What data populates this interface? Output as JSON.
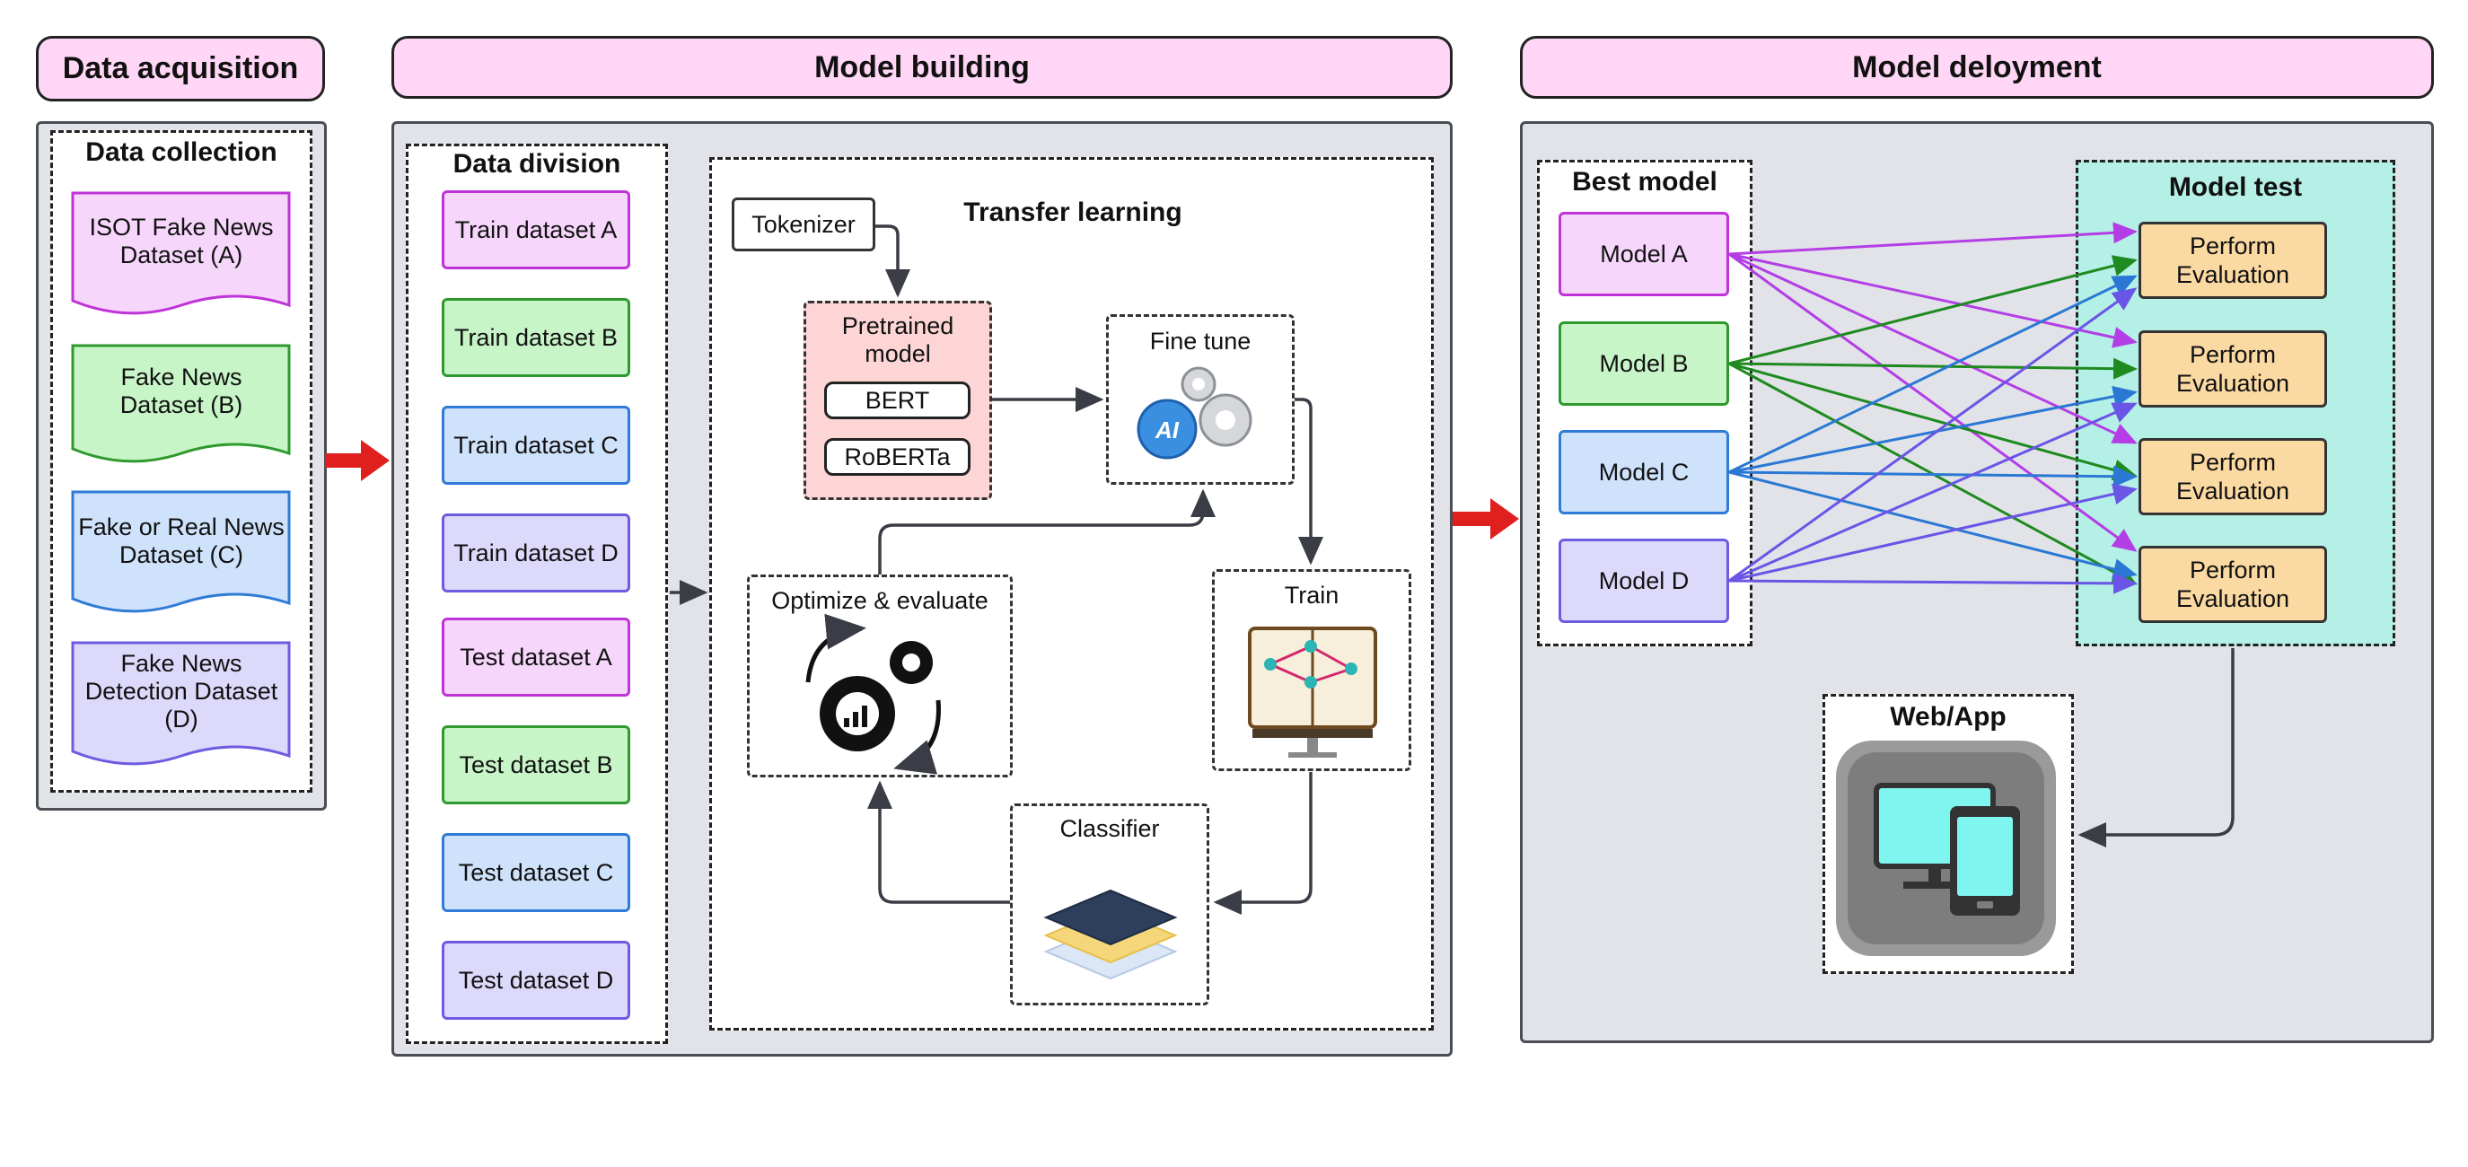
{
  "headers": {
    "acquisition": "Data acquisition",
    "building": "Model building",
    "deployment": "Model deloyment"
  },
  "collection": {
    "title": "Data collection",
    "datasets": [
      "ISOT Fake News Dataset (A)",
      "Fake News Dataset (B)",
      "Fake or Real News Dataset (C)",
      "Fake News Detection Dataset (D)"
    ]
  },
  "division": {
    "title": "Data division",
    "items": [
      "Train dataset A",
      "Train dataset B",
      "Train dataset C",
      "Train dataset D",
      "Test dataset A",
      "Test dataset B",
      "Test dataset C",
      "Test dataset D"
    ]
  },
  "transfer": {
    "title": "Transfer learning",
    "tokenizer": "Tokenizer",
    "pretrained": "Pretrained model",
    "bert": "BERT",
    "roberta": "RoBERTa",
    "fine_tune": "Fine tune",
    "ai_badge": "AI",
    "train": "Train",
    "optimize": "Optimize & evaluate",
    "classifier": "Classifier"
  },
  "best_model": {
    "title": "Best model",
    "models": [
      "Model A",
      "Model B",
      "Model C",
      "Model D"
    ]
  },
  "model_test": {
    "title": "Model test",
    "evals": [
      "Perform Evaluation",
      "Perform Evaluation",
      "Perform Evaluation",
      "Perform Evaluation"
    ]
  },
  "webapp": {
    "title": "Web/App"
  },
  "colors": {
    "model_a": "#b43ee6",
    "model_b": "#1f8a1f",
    "model_c": "#2a78d4",
    "model_d": "#6a55e6",
    "red_arrow": "#e0201e"
  }
}
